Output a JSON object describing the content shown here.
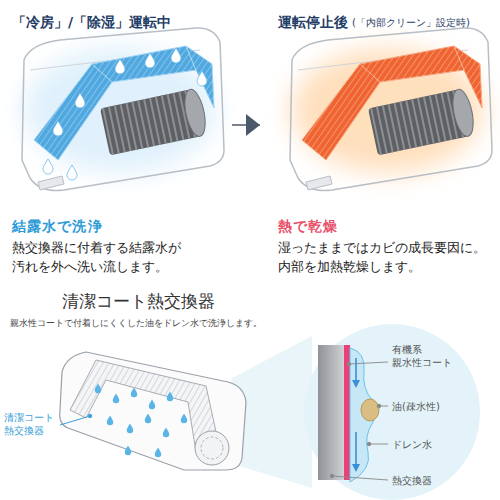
{
  "diagram": {
    "nodes": [
      {
        "text": [
          "「冷房」/「除湿」運転中",
          "結露水で洗浄",
          "熱交換器に付着する結露水が 汚れを外へ洗い流します。"
        ]
      },
      {
        "text": [
          "運転停止後",
          "(「内部クリーン」設定時)",
          "熱で乾燥",
          "湿ったままではカビの成長要因に。 内部を加熱乾燥します。"
        ]
      }
    ],
    "edges": [
      {
        "from": 0,
        "to": 1,
        "arrow": "to"
      }
    ],
    "labels": [
      "清潔コート熱交換器",
      "親水性コートで付着しにくくした油をドレン水で洗浄します。",
      "清潔コート 熱交換器",
      "有機系 親水性コート",
      "油(疎水性)",
      "ドレン水",
      "熱交換器"
    ]
  }
}
